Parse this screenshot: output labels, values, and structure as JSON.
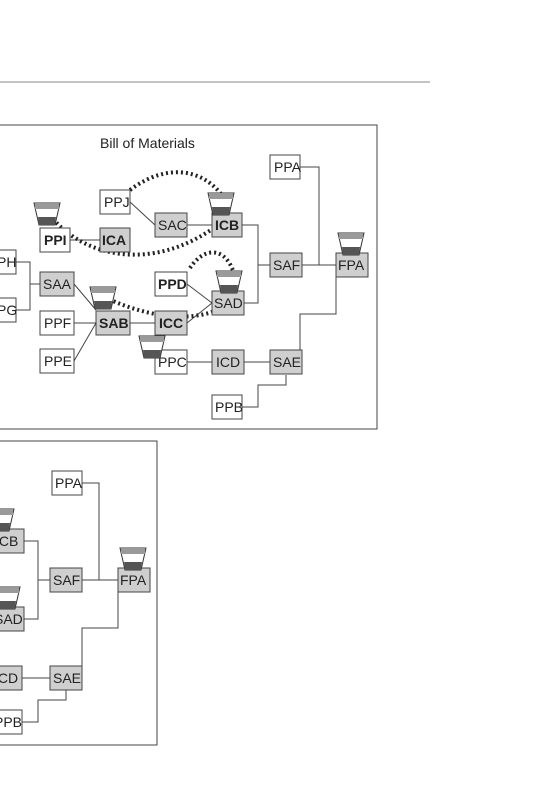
{
  "top_diagram": {
    "title": "Bill of Materials",
    "nodes": {
      "PPA": "PPA",
      "PPJ": "PPJ",
      "SAC": "SAC",
      "ICB": "ICB",
      "PPI": "PPI",
      "ICA": "ICA",
      "PH": "PH",
      "SAF": "SAF",
      "FPA": "FPA",
      "SAA": "SAA",
      "PPD": "PPD",
      "PG": "PG",
      "SAD": "SAD",
      "PPF": "PPF",
      "SAB": "SAB",
      "ICC": "ICC",
      "PPE": "PPE",
      "PPC": "PPC",
      "ICD": "ICD",
      "SAE": "SAE",
      "PPB": "PPB"
    }
  },
  "bottom_diagram": {
    "nodes": {
      "PPA": "PPA",
      "ICB": "ICB",
      "SAF": "SAF",
      "FPA": "FPA",
      "SAD": "SAD",
      "ICD": "ICD",
      "SAE": "SAE",
      "PPB": "PPB"
    }
  },
  "colors": {
    "shaded_node": "#cfcfcf",
    "plain_node": "#ffffff",
    "funnel_top": "#9a9a9a",
    "funnel_bottom": "#555555"
  }
}
